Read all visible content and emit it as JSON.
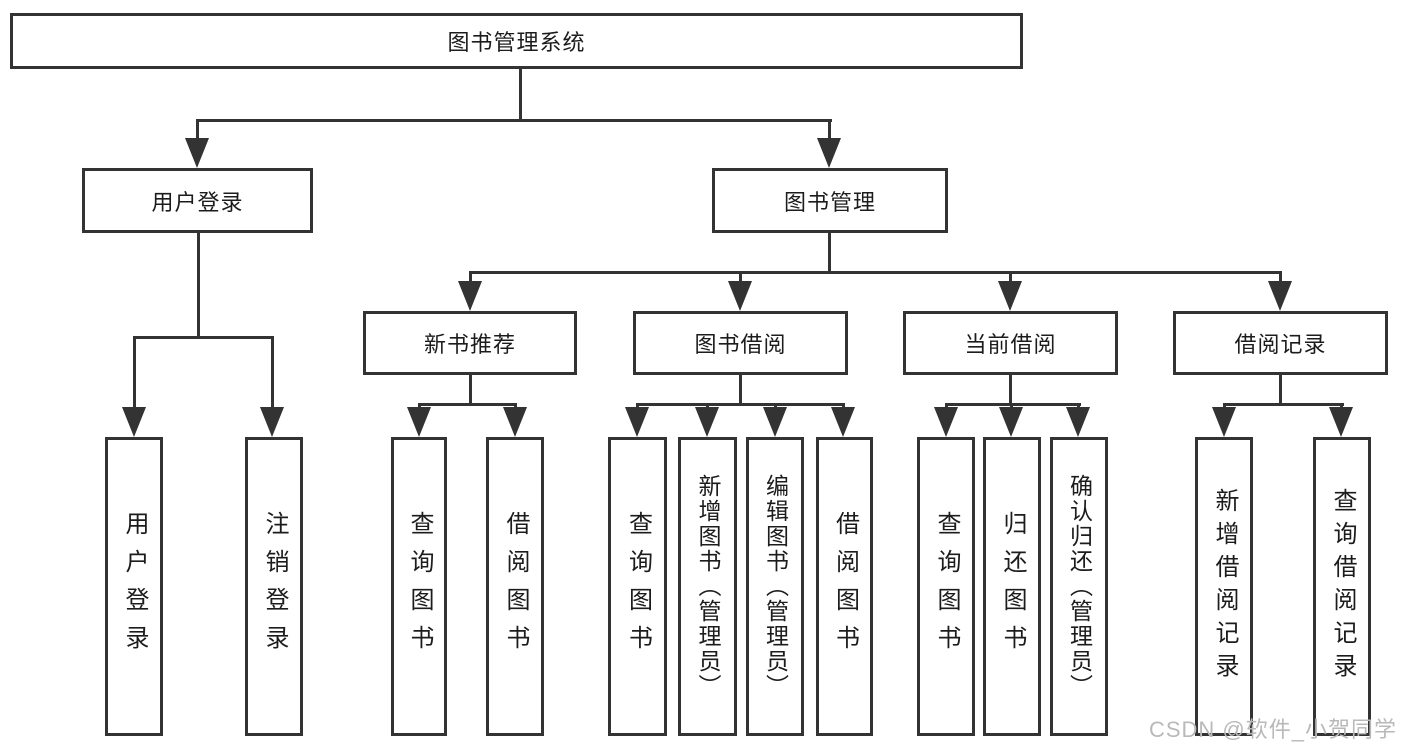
{
  "diagram": {
    "title": "图书管理系统",
    "nodes": {
      "root": "图书管理系统",
      "user_login": "用户登录",
      "book_mgmt": "图书管理",
      "new_book_rec": "新书推荐",
      "book_borrow": "图书借阅",
      "current_borrow": "当前借阅",
      "borrow_records": "借阅记录",
      "leaf_user_login": "用户登录",
      "leaf_logout": "注销登录",
      "leaf_nb_query": "查询图书",
      "leaf_nb_borrow": "借阅图书",
      "leaf_bb_query": "查询图书",
      "leaf_bb_add": "新增图书（管理员）",
      "leaf_bb_edit": "编辑图书（管理员）",
      "leaf_bb_borrow": "借阅图书",
      "leaf_cb_query": "查询图书",
      "leaf_cb_return": "归还图书",
      "leaf_cb_confirm": "确认归还（管理员）",
      "leaf_br_add": "新增借阅记录",
      "leaf_br_query": "查询借阅记录"
    },
    "watermark": "CSDN @软件_小贺同学",
    "colors": {
      "line": "#333333",
      "text": "#1c1c1c",
      "background": "#ffffff",
      "watermark": "#b9b9b9"
    }
  }
}
